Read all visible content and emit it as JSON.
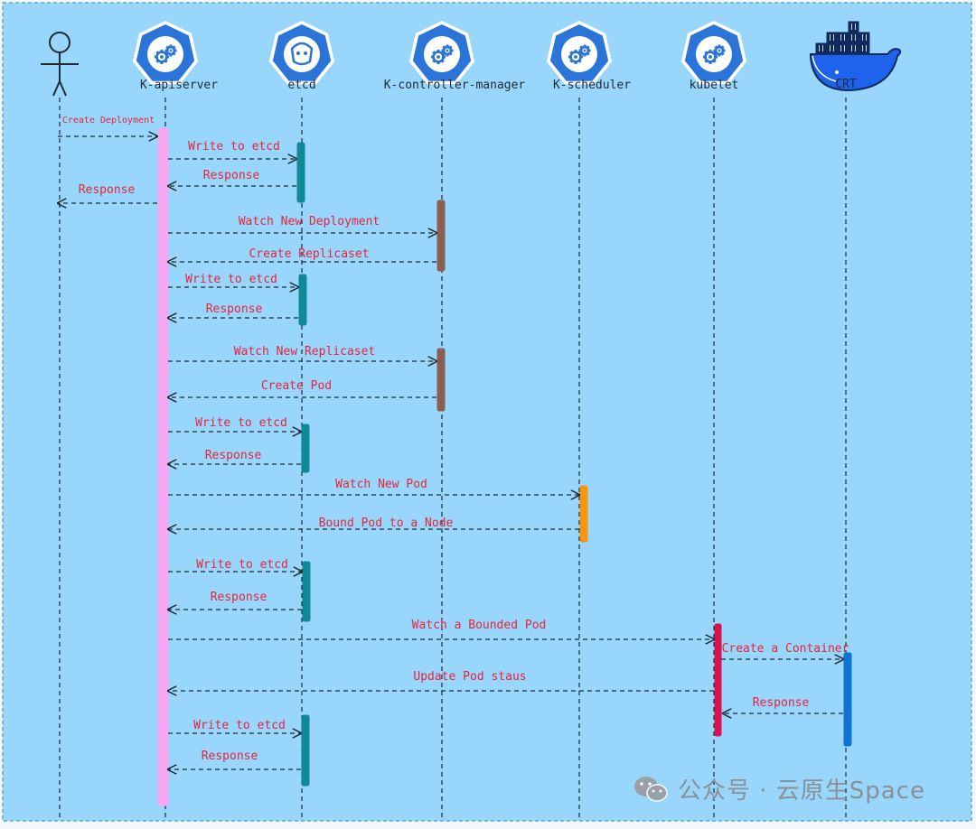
{
  "colors": {
    "background": "#98d6fb",
    "k8s_blue": "#2b74d8",
    "docker_blue": "#1d63ed",
    "apiserver_activation": "#f7a8f3",
    "etcd_activation": "#0d8a96",
    "controller_activation": "#8a5f50",
    "scheduler_activation": "#f5960e",
    "kubelet_activation": "#d6134f",
    "crt_activation": "#1174d2",
    "label_red": "#e8243c"
  },
  "participants": [
    {
      "id": "user",
      "label": "",
      "icon": "stick-figure-icon"
    },
    {
      "id": "apiserver",
      "label": "K-apiserver",
      "icon": "kubernetes-icon"
    },
    {
      "id": "etcd",
      "label": "etcd",
      "icon": "etcd-icon"
    },
    {
      "id": "controller",
      "label": "K-controller-manager",
      "icon": "kubernetes-icon"
    },
    {
      "id": "scheduler",
      "label": "K-scheduler",
      "icon": "kubernetes-icon"
    },
    {
      "id": "kubelet",
      "label": "kubelet",
      "icon": "kubernetes-icon"
    },
    {
      "id": "crt",
      "label": "CRT",
      "icon": "docker-whale-icon"
    }
  ],
  "messages": [
    {
      "label": "Create Deployment",
      "from": "user",
      "to": "apiserver"
    },
    {
      "label": "Write to etcd",
      "from": "apiserver",
      "to": "etcd"
    },
    {
      "label": "Response",
      "from": "etcd",
      "to": "apiserver"
    },
    {
      "label": "Response",
      "from": "apiserver",
      "to": "user"
    },
    {
      "label": "Watch New Deployment",
      "from": "apiserver",
      "to": "controller"
    },
    {
      "label": "Create Replicaset",
      "from": "controller",
      "to": "apiserver"
    },
    {
      "label": "Write to etcd",
      "from": "apiserver",
      "to": "etcd"
    },
    {
      "label": "Response",
      "from": "etcd",
      "to": "apiserver"
    },
    {
      "label": "Watch New Replicaset",
      "from": "apiserver",
      "to": "controller"
    },
    {
      "label": "Create Pod",
      "from": "controller",
      "to": "apiserver"
    },
    {
      "label": "Write to etcd",
      "from": "apiserver",
      "to": "etcd"
    },
    {
      "label": "Response",
      "from": "etcd",
      "to": "apiserver"
    },
    {
      "label": "Watch New Pod",
      "from": "apiserver",
      "to": "scheduler"
    },
    {
      "label": "Bound Pod to a Node",
      "from": "scheduler",
      "to": "apiserver"
    },
    {
      "label": "Write to etcd",
      "from": "apiserver",
      "to": "etcd"
    },
    {
      "label": "Response",
      "from": "etcd",
      "to": "apiserver"
    },
    {
      "label": "Watch a Bounded Pod",
      "from": "apiserver",
      "to": "kubelet"
    },
    {
      "label": "Create a Container",
      "from": "kubelet",
      "to": "crt"
    },
    {
      "label": "Update Pod staus",
      "from": "kubelet",
      "to": "apiserver"
    },
    {
      "label": "Response",
      "from": "crt",
      "to": "kubelet"
    },
    {
      "label": "Write to etcd",
      "from": "apiserver",
      "to": "etcd"
    },
    {
      "label": "Response",
      "from": "etcd",
      "to": "apiserver"
    }
  ],
  "watermark": {
    "text": "公众号 · 云原生Space",
    "icon": "wechat-icon"
  }
}
